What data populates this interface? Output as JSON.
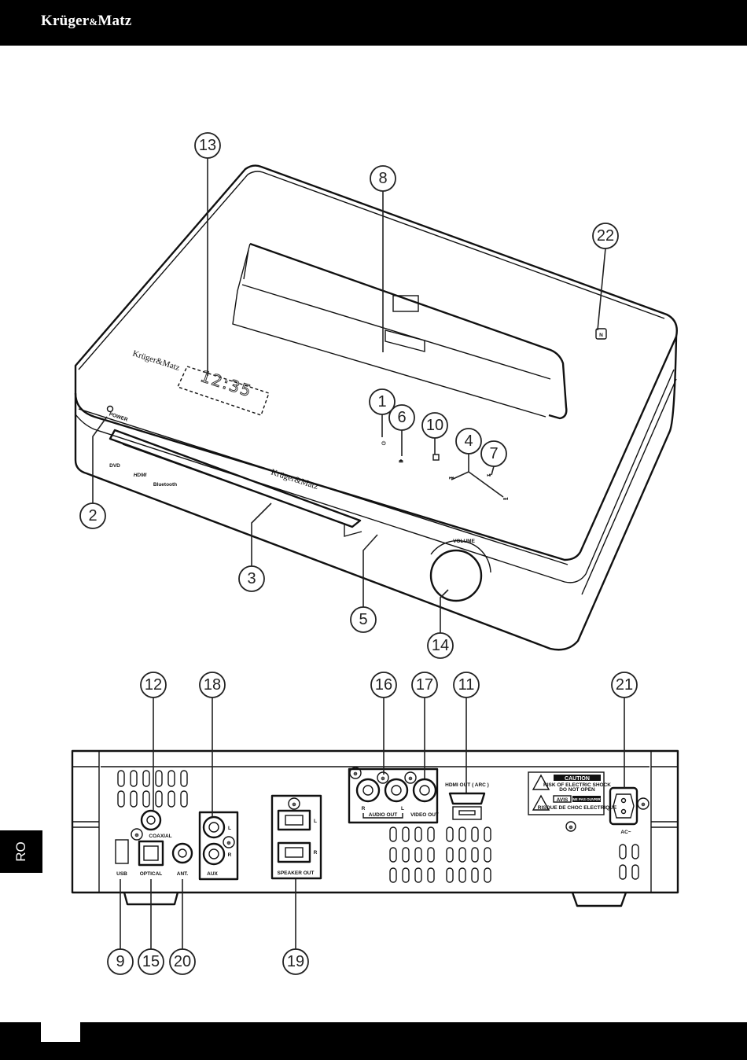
{
  "header": {
    "brand": "Krüger",
    "brand_amp": "&",
    "brand_suffix": "Matz"
  },
  "side_tab": {
    "language": "RO"
  },
  "device_front": {
    "brand_label": "Krüger&Matz",
    "display_time": "12:35",
    "labels": {
      "power": "POWER",
      "dvd": "DVD",
      "hdmi": "HDMI",
      "bluetooth": "Bluetooth",
      "volume": "VOLUME"
    }
  },
  "device_back": {
    "labels": {
      "usb": "USB",
      "optical": "OPTICAL",
      "coaxial": "COAXIAL",
      "ant": "ANT.",
      "aux": "AUX",
      "aux_l": "L",
      "aux_r": "R",
      "speaker_out": "SPEAKER OUT",
      "spk_l": "L",
      "spk_r": "R",
      "audio_out": "AUDIO OUT",
      "audio_r": "R",
      "audio_l": "L",
      "video_out": "VIDEO OUT",
      "hdmi_out": "HDMI OUT ( ARC )",
      "ac": "AC~",
      "caution_title": "CAUTION",
      "caution_line1": "RISK OF ELECTRIC SHOCK",
      "caution_line2": "DO NOT OPEN",
      "avis_title": "AVIS",
      "avis_line1": "NE PAS OUVRIR",
      "avis_line2": "RISQUE DE CHOC ELECTRIQUE"
    }
  },
  "callouts": [
    "1",
    "2",
    "3",
    "4",
    "5",
    "6",
    "7",
    "8",
    "9",
    "10",
    "11",
    "12",
    "13",
    "14",
    "15",
    "16",
    "17",
    "18",
    "19",
    "20",
    "21",
    "22"
  ]
}
